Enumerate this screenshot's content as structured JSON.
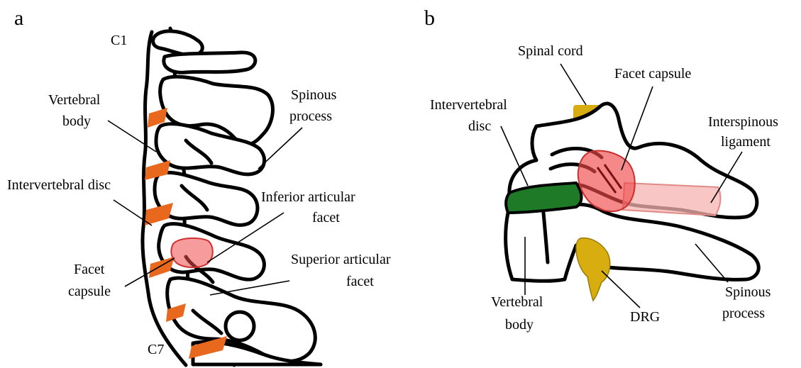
{
  "colors": {
    "disc_cervical": "#e8691e",
    "disc_lumbar": "#1e7a26",
    "facet_capsule": "#f04a4a",
    "interspinous_ligament": "#f5b3b0",
    "spinal_cord": "#d8ad10",
    "drg": "#d8ad10",
    "outline": "#000000"
  },
  "panel_a": {
    "letter": "a",
    "labels": {
      "c1": "C1",
      "c7": "C7",
      "vertebral_body_1": "Vertebral",
      "vertebral_body_2": "body",
      "spinous_process_1": "Spinous",
      "spinous_process_2": "process",
      "intervertebral_disc": "Intervertebral disc",
      "inferior_articular_facet_1": "Inferior articular",
      "inferior_articular_facet_2": "facet",
      "superior_articular_facet_1": "Superior articular",
      "superior_articular_facet_2": "facet",
      "facet_capsule_1": "Facet",
      "facet_capsule_2": "capsule"
    }
  },
  "panel_b": {
    "letter": "b",
    "labels": {
      "spinal_cord": "Spinal cord",
      "facet_capsule": "Facet capsule",
      "intervertebral_disc_1": "Intervertebral",
      "intervertebral_disc_2": "disc",
      "interspinous_ligament_1": "Interspinous",
      "interspinous_ligament_2": "ligament",
      "vertebral_body_1": "Vertebral",
      "vertebral_body_2": "body",
      "drg": "DRG",
      "spinous_process_1": "Spinous",
      "spinous_process_2": "process"
    }
  }
}
